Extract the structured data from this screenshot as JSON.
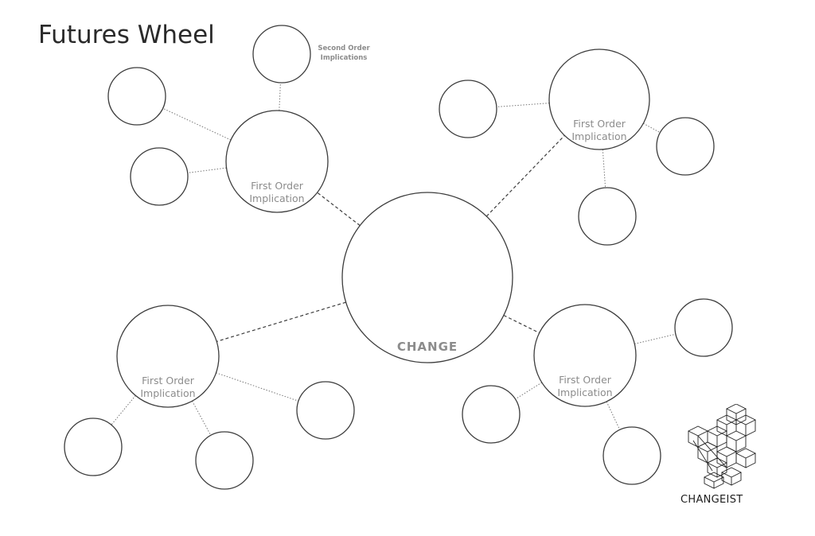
{
  "title": "Futures Wheel",
  "center": {
    "label": "CHANGE"
  },
  "first_order_nodes": [
    {
      "label_lines": [
        "First Order",
        "Implication"
      ],
      "second_order_nodes": [
        {
          "label_lines": [
            "Second Order",
            "Implications"
          ]
        },
        {
          "label_lines": []
        },
        {
          "label_lines": []
        }
      ]
    },
    {
      "label_lines": [
        "First Order",
        "Implication"
      ],
      "second_order_nodes": [
        {
          "label_lines": []
        },
        {
          "label_lines": []
        },
        {
          "label_lines": []
        }
      ]
    },
    {
      "label_lines": [
        "First Order",
        "Implication"
      ],
      "second_order_nodes": [
        {
          "label_lines": []
        },
        {
          "label_lines": []
        },
        {
          "label_lines": []
        }
      ]
    },
    {
      "label_lines": [
        "First Order",
        "Implication"
      ],
      "second_order_nodes": [
        {
          "label_lines": []
        },
        {
          "label_lines": []
        },
        {
          "label_lines": []
        }
      ]
    }
  ],
  "brand": {
    "name": "CHANGEIST",
    "logo_icon": "isometric-cubes-logo"
  },
  "colors": {
    "stroke": "#3c3c3c",
    "label": "#8c8c8c",
    "title": "#2a2a2a"
  }
}
